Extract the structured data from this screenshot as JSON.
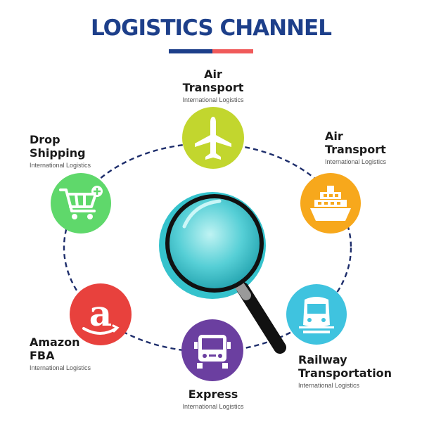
{
  "title": "LOGISTICS CHANNEL",
  "colors": {
    "title": "#1d3f8a",
    "accent_red": "#f05a5a",
    "ring": "#1d2d6b",
    "air_top": "#c2d62e",
    "ship": "#f7a81c",
    "rail": "#3fc3df",
    "express": "#6b3fa0",
    "amazon": "#e8413d",
    "drop": "#5fd86b",
    "magnifier": "#35c2cc"
  },
  "nodes": [
    {
      "id": "air-top",
      "name_line1": "Air",
      "name_line2": "Transport",
      "sub": "International Logistics",
      "icon": "airplane-icon"
    },
    {
      "id": "air-right",
      "name_line1": "Air",
      "name_line2": "Transport",
      "sub": "International Logistics",
      "icon": "ship-icon"
    },
    {
      "id": "railway",
      "name_line1": "Railway",
      "name_line2": "Transportation",
      "sub": "International Logistics",
      "icon": "train-icon"
    },
    {
      "id": "express",
      "name_line1": "Express",
      "name_line2": "",
      "sub": "International Logistics",
      "icon": "truck-icon"
    },
    {
      "id": "amazon",
      "name_line1": "Amazon",
      "name_line2": "FBA",
      "sub": "International Logistics",
      "icon": "amazon-logo-icon"
    },
    {
      "id": "drop",
      "name_line1": "Drop",
      "name_line2": "Shipping",
      "sub": "International Logistics",
      "icon": "shopping-cart-icon"
    }
  ]
}
